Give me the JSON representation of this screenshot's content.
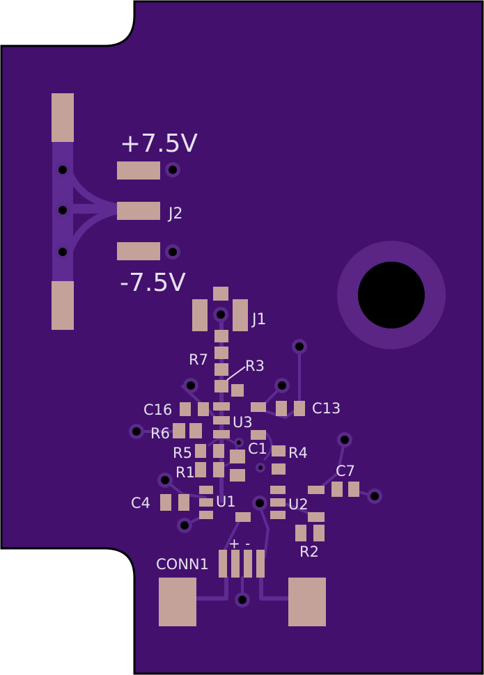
{
  "board": {
    "colors": {
      "board_fill": "#43106e",
      "board_edge": "#000000",
      "trace": "#5e2b92",
      "pad": "#c4a29a",
      "silkscreen": "#e6e2ee",
      "mount_ring": "#5a2585",
      "hole": "#000000"
    }
  },
  "labels": {
    "plus_voltage": "+7.5V",
    "minus_voltage": "-7.5V",
    "j2": "J2",
    "j1": "J1",
    "r7": "R7",
    "r3": "R3",
    "c16": "C16",
    "c13": "C13",
    "u3": "U3",
    "r6": "R6",
    "c1": "C1",
    "r5": "R5",
    "r4": "R4",
    "r1": "R1",
    "c7": "C7",
    "c4": "C4",
    "u1": "U1",
    "u2": "U2",
    "r2": "R2",
    "plus_sign": "+",
    "minus_sign": "-",
    "conn1": "CONN1"
  }
}
